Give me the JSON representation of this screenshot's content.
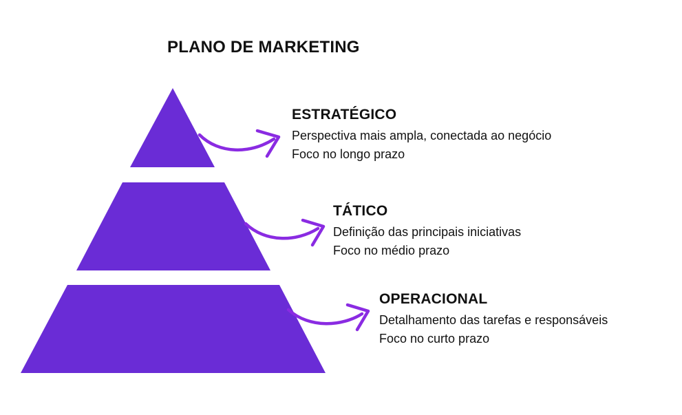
{
  "title": "PLANO DE MARKETING",
  "colors": {
    "pyramid": "#6A2CD6",
    "arrow": "#8A2BE2",
    "text": "#111111",
    "background": "#FFFFFF"
  },
  "levels": [
    {
      "name": "ESTRATÉGICO",
      "lines": [
        "Perspectiva mais ampla, conectada ao negócio",
        "Foco no longo prazo"
      ]
    },
    {
      "name": "TÁTICO",
      "lines": [
        "Definição das principais iniciativas",
        "Foco no médio prazo"
      ]
    },
    {
      "name": "OPERACIONAL",
      "lines": [
        "Detalhamento das tarefas e responsáveis",
        "Foco no curto prazo"
      ]
    }
  ]
}
